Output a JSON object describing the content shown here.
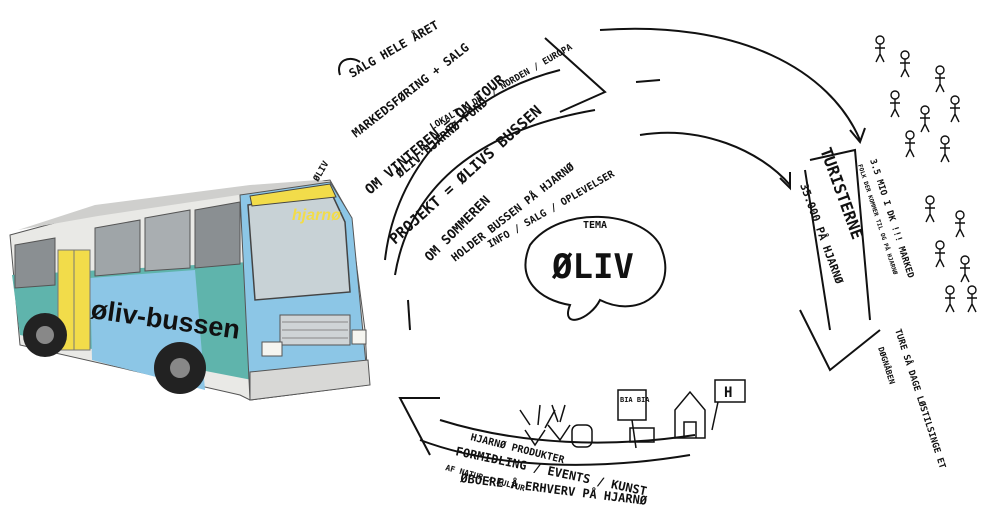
{
  "bus": {
    "logo_text": "øliv-bussen",
    "windshield_text": "hjarnø",
    "roof_note": "ØLIV"
  },
  "outer_cycle": {
    "lines": [
      "SALG HELE ÅRET",
      "MARKEDSFØRING + SALG",
      "OM VINTEREN = ON TOUR",
      "LOKALT / DK. / NORDEN / EUROPA",
      "ØLIV·HJARNØ·FOND",
      "PROJEKT = ØLIVS BUSSEN",
      "OM SOMMEREN",
      "HOLDER BUSSEN PÅ HJARNØ",
      "INFO / SALG / OPLEVELSER"
    ]
  },
  "center": {
    "label_small": "TEMA",
    "label_big": "ØLIV"
  },
  "right_side": {
    "title": "TURISTERNE",
    "count": "35.000 PÅ HJARNØ",
    "note_1": "3.5 MIO I DK !!! MARKED",
    "note_2": "FOLK DER KOMMER TIL OG PÅ HJARNØ",
    "note_3": "TURE SÅ DAGE LØSTILSINGE ET",
    "note_4": "DØGNÅBEN"
  },
  "bottom": {
    "line1": "HJARNØ PRODUKTER",
    "line2": "FORMIDLING / EVENTS / KUNST",
    "line3": "AF NATUR / KULTUR",
    "line4": "ØBOERE Å ERHVERV PÅ HJARNØ"
  },
  "icons": {
    "bia": "BIA BIA",
    "h_sign": "H",
    "vegetable": "vegetable-icon",
    "house": "house-icon"
  },
  "colors": {
    "bus_blue": "#8cc6e6",
    "bus_teal": "#5fb4ac",
    "bus_yellow": "#f2dc4a",
    "ink": "#111111"
  }
}
